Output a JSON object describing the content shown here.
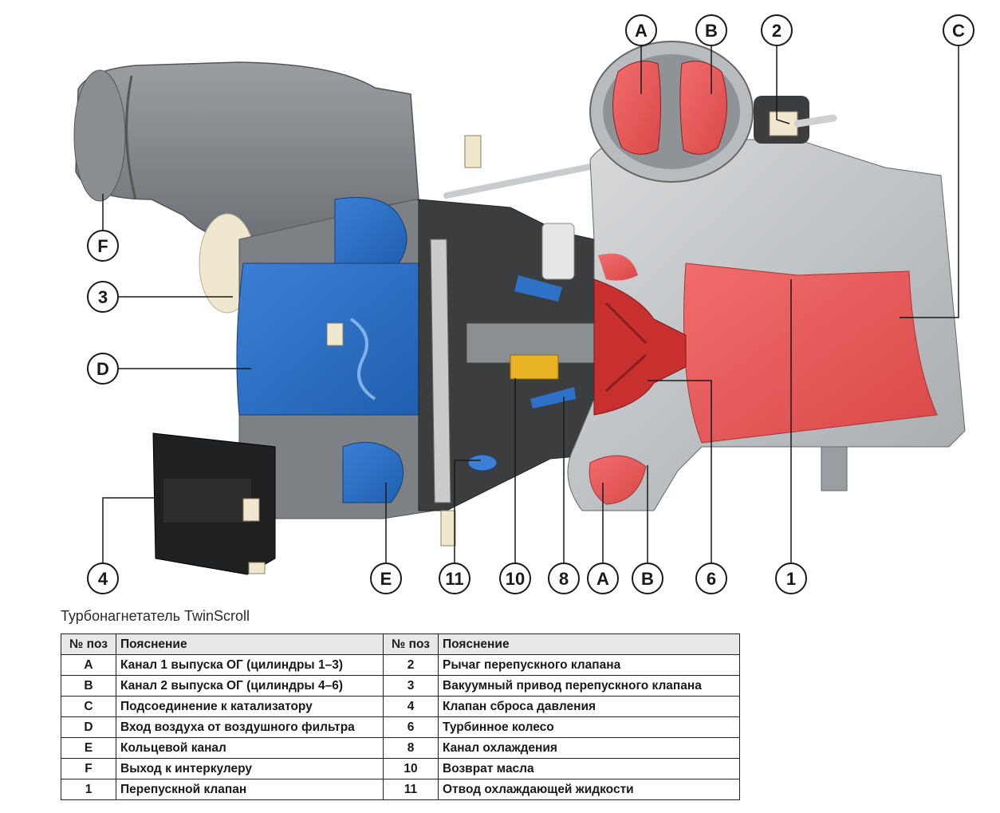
{
  "caption": "Турбонагнетатель TwinScroll",
  "callouts": {
    "A_top": "A",
    "B_top": "B",
    "n2": "2",
    "C": "C",
    "F": "F",
    "n3": "3",
    "D": "D",
    "n4": "4",
    "E": "E",
    "n11": "11",
    "n10": "10",
    "n8": "8",
    "A_bottom": "A",
    "B_bottom": "B",
    "n6": "6",
    "n1": "1"
  },
  "table": {
    "headers": [
      "№ поз",
      "Пояснение",
      "№ поз",
      "Пояснение"
    ],
    "rows": [
      {
        "p1": "A",
        "d1": "Канал 1 выпуска ОГ (цилиндры 1–3)",
        "p2": "2",
        "d2": "Рычаг перепускного клапана"
      },
      {
        "p1": "B",
        "d1": "Канал 2 выпуска ОГ (цилиндры 4–6)",
        "p2": "3",
        "d2": "Вакуумный привод перепускного клапана"
      },
      {
        "p1": "C",
        "d1": "Подсоединение к катализатору",
        "p2": "4",
        "d2": "Клапан сброса давления"
      },
      {
        "p1": "D",
        "d1": "Вход воздуха от воздушного фильтра",
        "p2": "6",
        "d2": "Турбинное колесо"
      },
      {
        "p1": "E",
        "d1": "Кольцевой канал",
        "p2": "8",
        "d2": "Канал охлаждения"
      },
      {
        "p1": "F",
        "d1": "Выход к интеркулеру",
        "p2": "10",
        "d2": "Возврат масла"
      },
      {
        "p1": "1",
        "d1": "Перепускной клапан",
        "p2": "11",
        "d2": "Отвод охлаждающей жидкости"
      }
    ]
  }
}
